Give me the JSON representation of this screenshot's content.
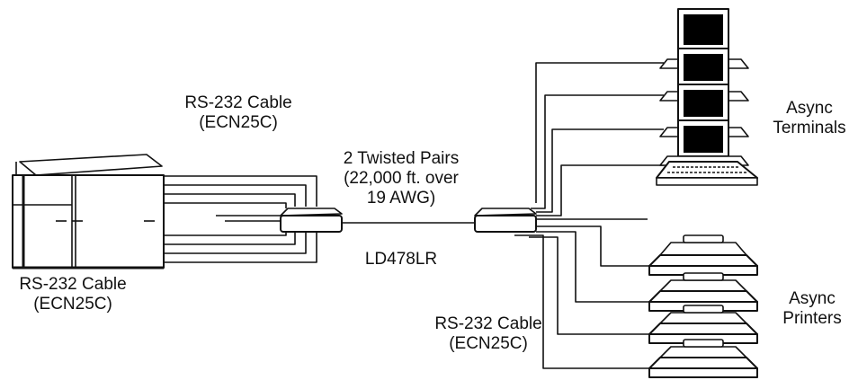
{
  "labels": {
    "rs232_top_1": "RS-232 Cable",
    "rs232_top_2": "(ECN25C)",
    "twisted_1": "2 Twisted Pairs",
    "twisted_2": "(22,000 ft. over",
    "twisted_3": "19 AWG)",
    "modem_name": "LD478LR",
    "rs232_left_1": "RS-232 Cable",
    "rs232_left_2": "(ECN25C)",
    "rs232_bottom_1": "RS-232 Cable",
    "rs232_bottom_2": "(ECN25C)",
    "terminals_1": "Async",
    "terminals_2": "Terminals",
    "printers_1": "Async",
    "printers_2": "Printers"
  },
  "icons": {
    "host": "mainframe-computer-icon",
    "modem": "short-haul-modem-icon",
    "terminal": "async-terminal-icon",
    "keyboard": "keyboard-icon",
    "printer": "printer-icon"
  },
  "colors": {
    "line": "#111111",
    "screen": "#000000",
    "background": "#ffffff"
  }
}
